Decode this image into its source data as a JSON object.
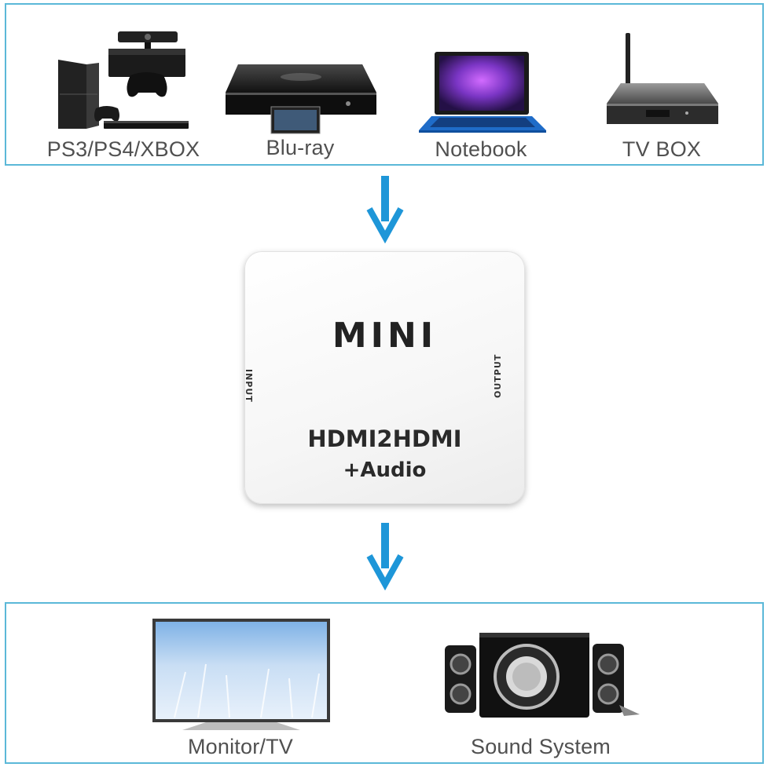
{
  "sources": {
    "items": [
      {
        "label": "PS3/PS4/XBOX",
        "icon": "game-console-icon"
      },
      {
        "label": "Blu-ray",
        "icon": "bluray-player-icon"
      },
      {
        "label": "Notebook",
        "icon": "laptop-icon"
      },
      {
        "label": "TV BOX",
        "icon": "tv-box-icon"
      }
    ]
  },
  "converter": {
    "brand": "MINI",
    "model": "HDMI2HDMI",
    "audio": "+Audio",
    "input_label": "INPUT",
    "output_label": "OUTPUT"
  },
  "outputs": {
    "items": [
      {
        "label": "Monitor/TV",
        "icon": "monitor-icon"
      },
      {
        "label": "Sound System",
        "icon": "speaker-system-icon"
      }
    ]
  },
  "colors": {
    "panel_border": "#5bb8d8",
    "arrow": "#1e96d8",
    "label_text": "#505050"
  }
}
